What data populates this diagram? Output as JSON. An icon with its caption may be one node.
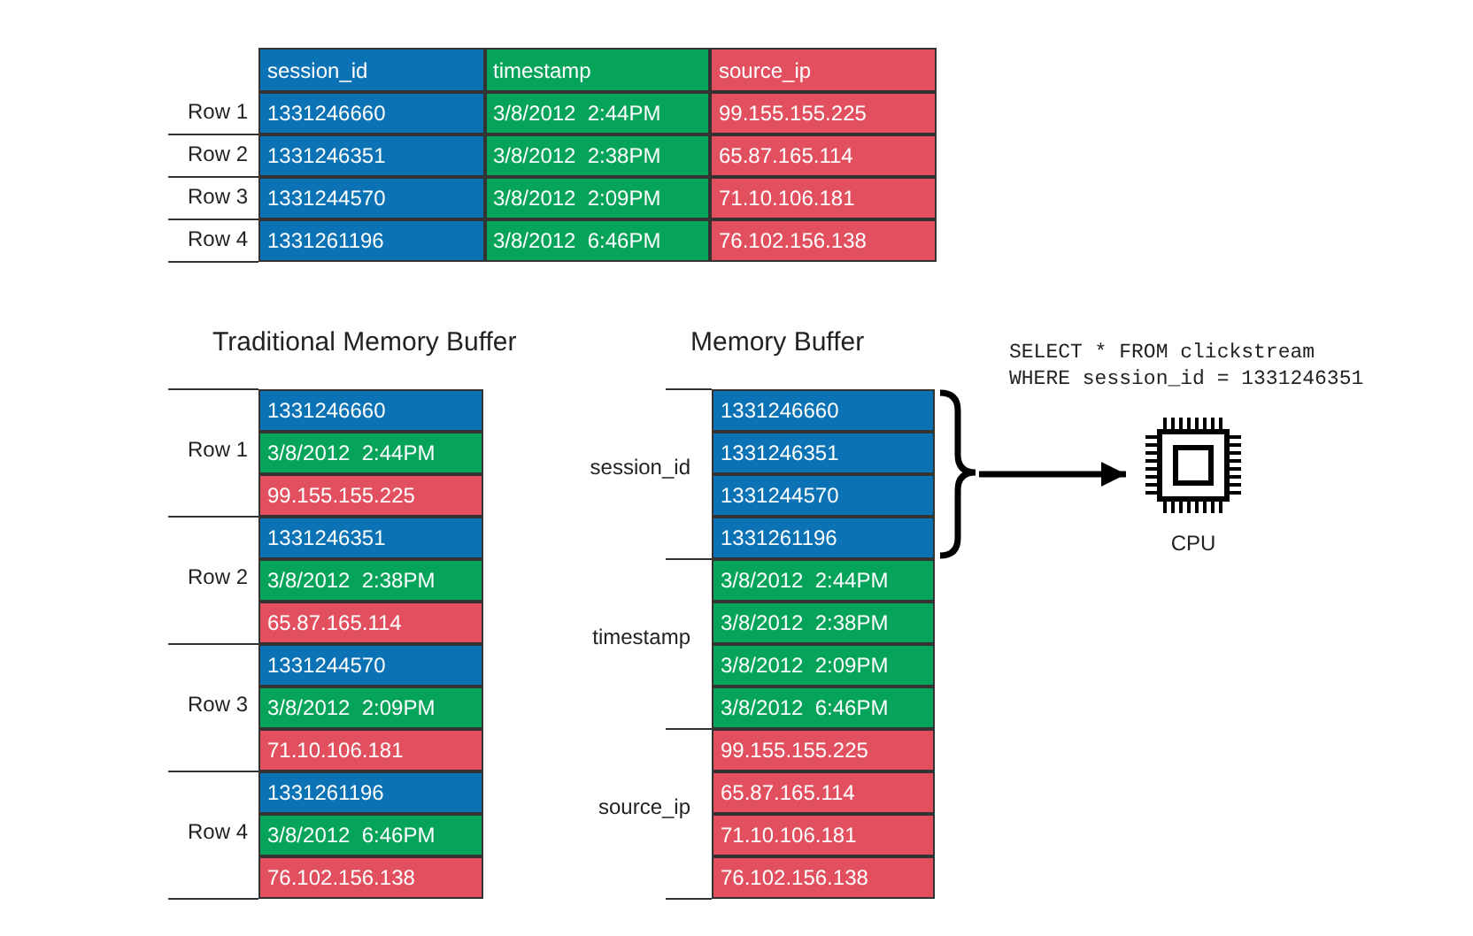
{
  "diagram": {
    "nodes": [
      {
        "text": [
          "session_id"
        ]
      },
      {
        "text": [
          "timestamp"
        ]
      },
      {
        "text": [
          "source_ip"
        ]
      },
      {
        "text": [
          "1331246660"
        ]
      },
      {
        "text": [
          "3/8/2012  2:44PM"
        ]
      },
      {
        "text": [
          "99.155.155.225"
        ]
      },
      {
        "text": [
          "1331246351"
        ]
      },
      {
        "text": [
          "3/8/2012  2:38PM"
        ]
      },
      {
        "text": [
          "65.87.165.114"
        ]
      },
      {
        "text": [
          "1331244570"
        ]
      },
      {
        "text": [
          "3/8/2012  2:09PM"
        ]
      },
      {
        "text": [
          "71.10.106.181"
        ]
      },
      {
        "text": [
          "1331261196"
        ]
      },
      {
        "text": [
          "3/8/2012  6:46PM"
        ]
      },
      {
        "text": [
          "76.102.156.138"
        ]
      },
      {
        "text": [
          "1331246660"
        ]
      },
      {
        "text": [
          "3/8/2012  2:44PM"
        ]
      },
      {
        "text": [
          "99.155.155.225"
        ]
      },
      {
        "text": [
          "1331246351"
        ]
      },
      {
        "text": [
          "3/8/2012  2:38PM"
        ]
      },
      {
        "text": [
          "65.87.165.114"
        ]
      },
      {
        "text": [
          "1331244570"
        ]
      },
      {
        "text": [
          "3/8/2012  2:09PM"
        ]
      },
      {
        "text": [
          "71.10.106.181"
        ]
      },
      {
        "text": [
          "1331261196"
        ]
      },
      {
        "text": [
          "3/8/2012  6:46PM"
        ]
      },
      {
        "text": [
          "76.102.156.138"
        ]
      },
      {
        "text": [
          "1331246660"
        ]
      },
      {
        "text": [
          "1331246351"
        ]
      },
      {
        "text": [
          "1331244570"
        ]
      },
      {
        "text": [
          "1331261196"
        ]
      },
      {
        "text": [
          "3/8/2012  2:44PM"
        ]
      },
      {
        "text": [
          "3/8/2012  2:38PM"
        ]
      },
      {
        "text": [
          "3/8/2012  2:09PM"
        ]
      },
      {
        "text": [
          "3/8/2012  6:46PM"
        ]
      },
      {
        "text": [
          "99.155.155.225"
        ]
      },
      {
        "text": [
          "65.87.165.114"
        ]
      },
      {
        "text": [
          "71.10.106.181"
        ]
      },
      {
        "text": [
          "76.102.156.138"
        ]
      },
      {
        "text": [
          "CPU"
        ]
      },
      {
        "text": [],
        "shape": "brace"
      }
    ],
    "edges": [
      {
        "from": 40,
        "to": 39,
        "arrow": "to"
      }
    ],
    "labels": [
      "Row 1",
      "Row 2",
      "Row 3",
      "Row 4",
      "Traditional Memory Buffer",
      "Memory Buffer",
      "SELECT * FROM clickstream",
      "WHERE session_id = 1331246351",
      "Row 1",
      "Row 2",
      "Row 3",
      "Row 4",
      "session_id",
      "timestamp",
      "source_ip"
    ]
  }
}
